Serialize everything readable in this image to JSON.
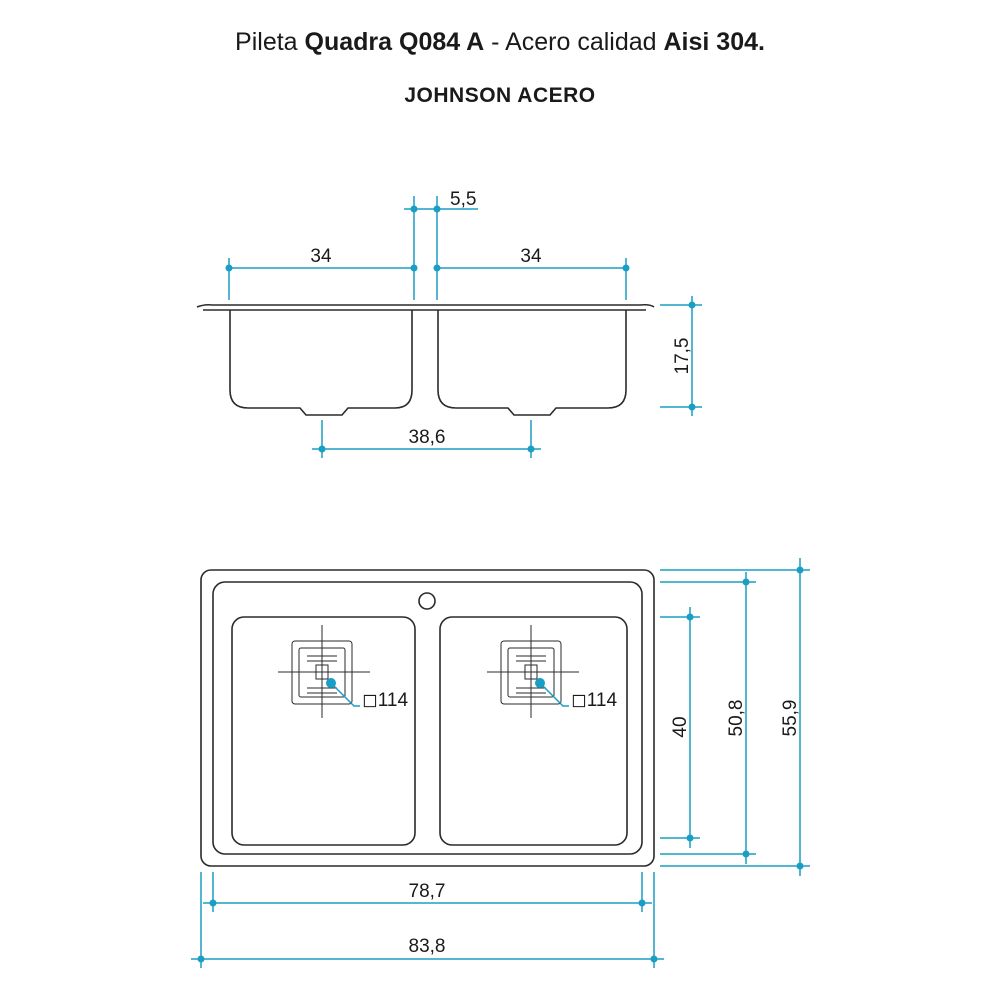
{
  "header": {
    "title_pre": "Pileta ",
    "title_model": "Quadra Q084 A",
    "title_mid": " - Acero calidad ",
    "title_grade": "Aisi 304.",
    "brand": "JOHNSON ACERO"
  },
  "side_view": {
    "bowl_left_width": "34",
    "bowl_right_width": "34",
    "divider_width": "5,5",
    "depth": "17,5",
    "drain_spacing": "38,6"
  },
  "top_view": {
    "drain_left_label": "◻114",
    "drain_right_label": "◻114",
    "bowl_depth": "40",
    "inner_depth": "50,8",
    "outer_depth": "55,9",
    "inner_width": "78,7",
    "outer_width": "83,8"
  },
  "colors": {
    "dimension": "#1a9ec4",
    "outline": "#2a2a2a"
  }
}
